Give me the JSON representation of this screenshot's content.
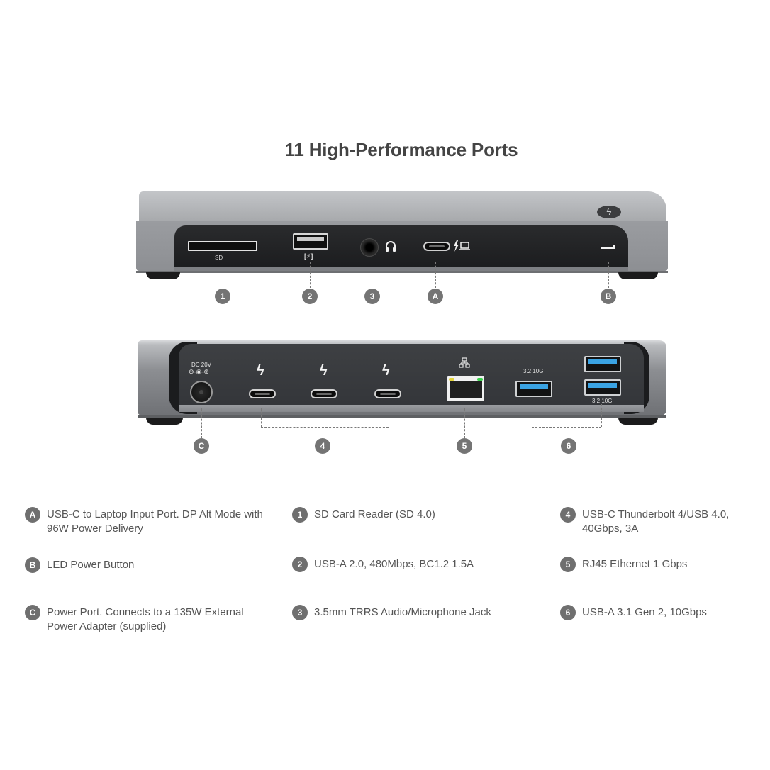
{
  "title": "11 High-Performance Ports",
  "front_view": {
    "sd_label": "SD",
    "usba_icon": "[⚡]",
    "headphone_icon": "headphone-icon",
    "headphone_glyph": "🎧",
    "tb_laptop_glyph": "ϟ▭",
    "tb_logo_glyph": "ϟ",
    "markers": [
      {
        "id": "1",
        "label": "1"
      },
      {
        "id": "2",
        "label": "2"
      },
      {
        "id": "3",
        "label": "3"
      },
      {
        "id": "A",
        "label": "A"
      },
      {
        "id": "B",
        "label": "B"
      }
    ]
  },
  "rear_view": {
    "dc_label": "DC 20V",
    "dc_polarity": "⊖–◉–⊕",
    "tb_bolt_glyph": "ϟ",
    "network_glyph": "品",
    "usb_speed_top": "3.2 10G",
    "usb_speed_bottom": "3.2 10G",
    "markers": [
      {
        "id": "C",
        "label": "C"
      },
      {
        "id": "4",
        "label": "4"
      },
      {
        "id": "5",
        "label": "5"
      },
      {
        "id": "6",
        "label": "6"
      }
    ]
  },
  "legend": {
    "column_1": [
      {
        "badge": "A",
        "text": "USB-C to Laptop Input Port. DP Alt Mode with 96W Power Delivery"
      },
      {
        "badge": "B",
        "text": "LED Power Button"
      },
      {
        "badge": "C",
        "text": "Power Port. Connects to a 135W External Power Adapter (supplied)"
      }
    ],
    "column_2": [
      {
        "badge": "1",
        "text": "SD Card Reader (SD 4.0)"
      },
      {
        "badge": "2",
        "text": "USB-A 2.0, 480Mbps, BC1.2 1.5A"
      },
      {
        "badge": "3",
        "text": "3.5mm TRRS Audio/Microphone Jack"
      }
    ],
    "column_3": [
      {
        "badge": "4",
        "text": "USB-C Thunderbolt 4/USB 4.0, 40Gbps, 3A"
      },
      {
        "badge": "5",
        "text": "RJ45 Ethernet 1 Gbps"
      },
      {
        "badge": "6",
        "text": "USB-A 3.1 Gen 2, 10Gbps"
      }
    ]
  },
  "colors": {
    "marker": "#747474",
    "title": "#444444",
    "text": "#555555",
    "usb_blue": "#3aa3e3",
    "led_green": "#38d24a",
    "led_yellow": "#e3d43a"
  }
}
